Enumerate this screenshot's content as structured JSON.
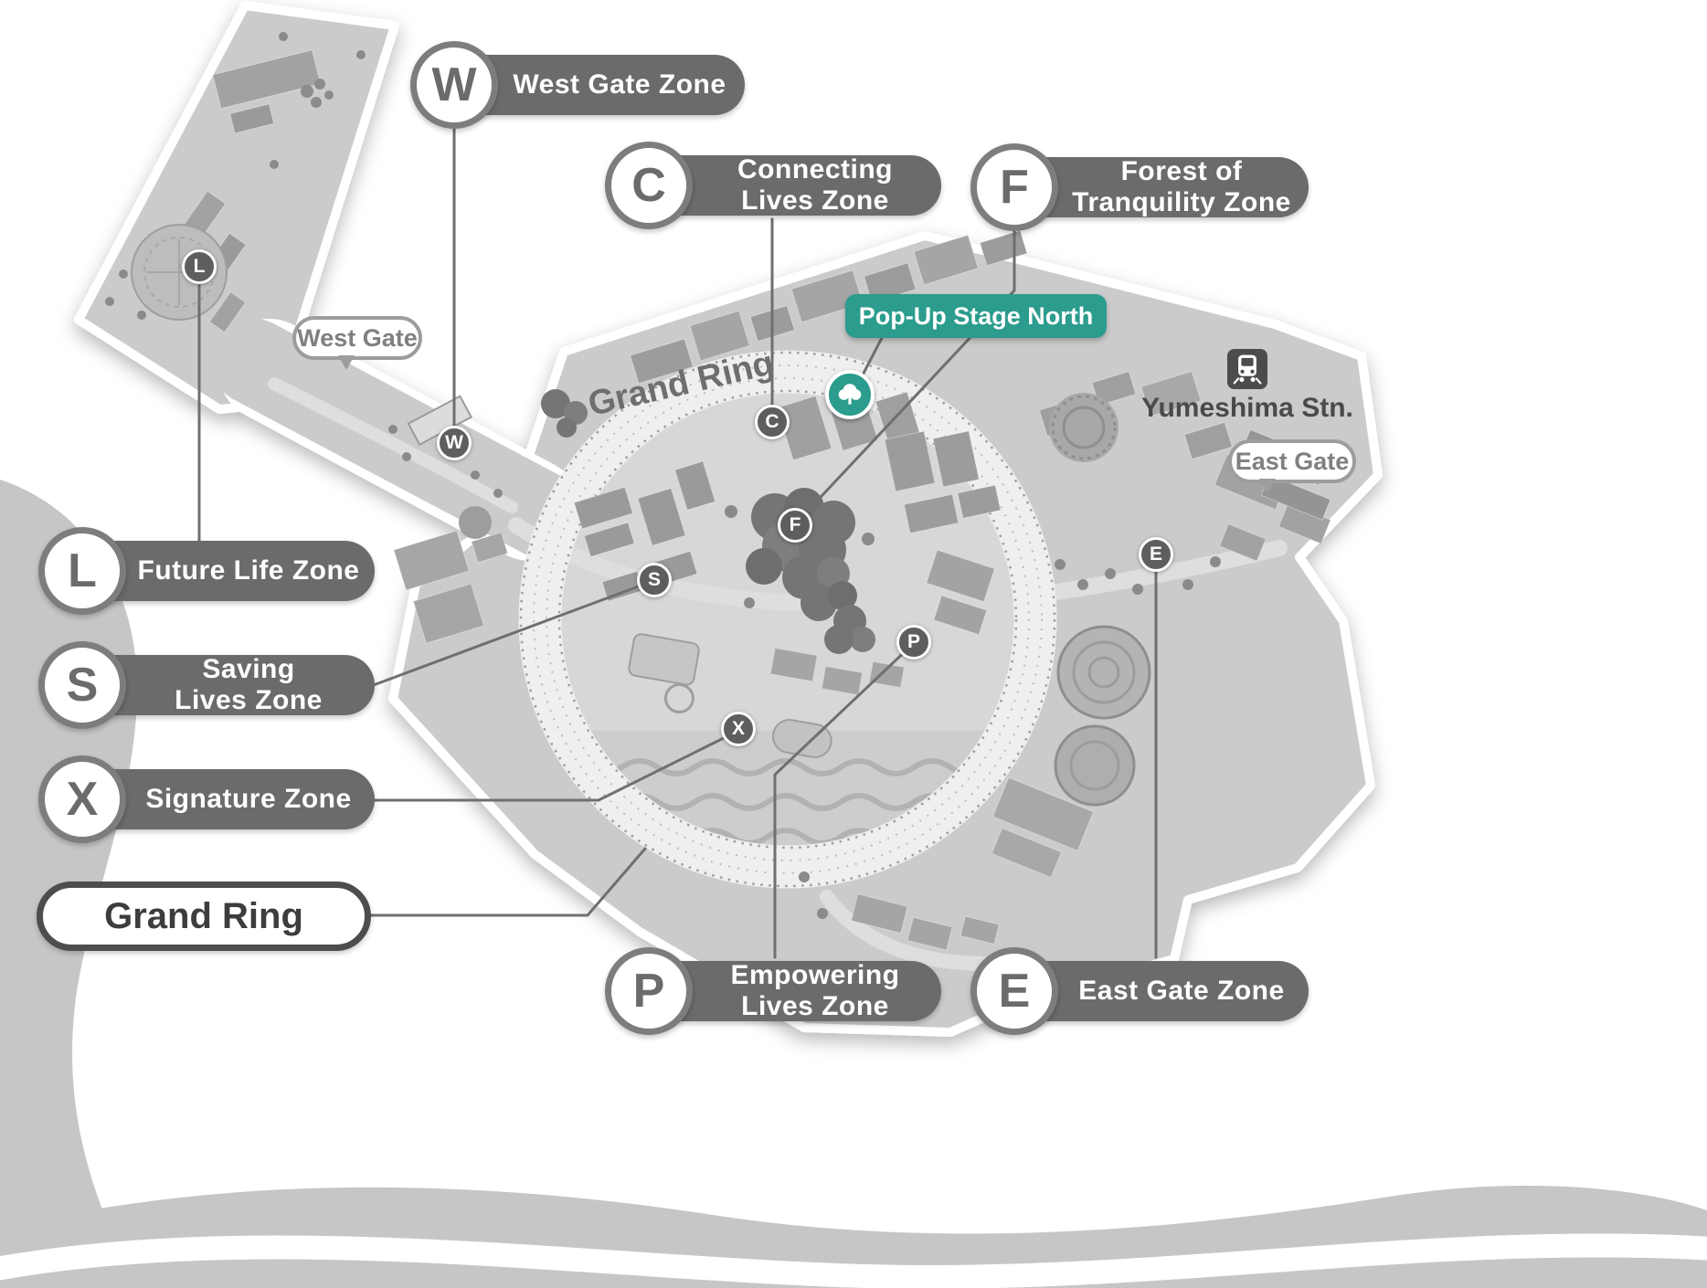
{
  "colors": {
    "accent_teal": "#2b9c8d",
    "callout_gray": "#6b6b6b",
    "map_base_gray": "#cbcbcb",
    "text_dark": "#4a4a4a"
  },
  "icons": {
    "station": "train-icon",
    "popup_stage": "tree-icon"
  },
  "legend": {
    "grand_ring_label": "Grand Ring",
    "zones": [
      {
        "letter": "W",
        "label": "West Gate Zone"
      },
      {
        "letter": "C",
        "label": "Connecting\nLives Zone"
      },
      {
        "letter": "F",
        "label": "Forest of\nTranquility Zone"
      },
      {
        "letter": "L",
        "label": "Future Life Zone"
      },
      {
        "letter": "S",
        "label": "Saving\nLives Zone"
      },
      {
        "letter": "X",
        "label": "Signature Zone"
      },
      {
        "letter": "P",
        "label": "Empowering\nLives Zone"
      },
      {
        "letter": "E",
        "label": "East Gate Zone"
      }
    ]
  },
  "map": {
    "ring_label": "Grand Ring",
    "popup_stage_label": "Pop-Up Stage North",
    "west_gate_label": "West Gate",
    "east_gate_label": "East Gate",
    "station_label": "Yumeshima Stn.",
    "markers": [
      {
        "letter": "L"
      },
      {
        "letter": "W"
      },
      {
        "letter": "C"
      },
      {
        "letter": "F"
      },
      {
        "letter": "S"
      },
      {
        "letter": "P"
      },
      {
        "letter": "X"
      },
      {
        "letter": "E"
      }
    ]
  }
}
